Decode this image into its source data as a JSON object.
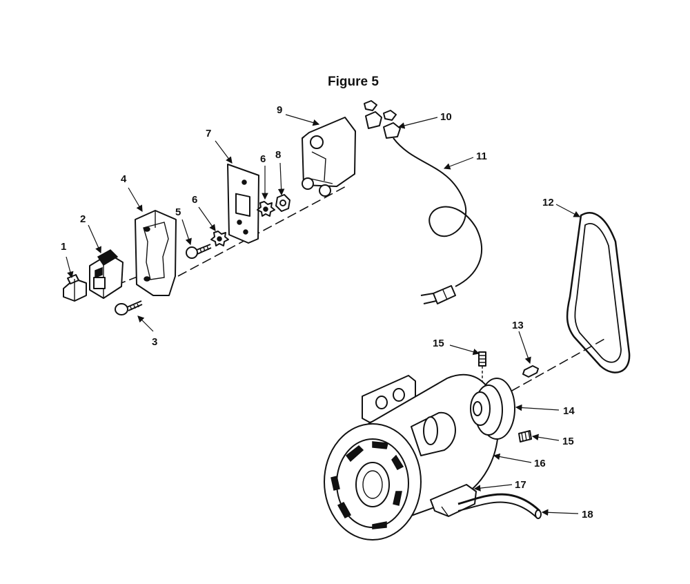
{
  "figure": {
    "title": "Figure 5"
  },
  "callouts": {
    "c1": "1",
    "c2": "2",
    "c3": "3",
    "c4": "4",
    "c5": "5",
    "c6a": "6",
    "c6b": "6",
    "c7": "7",
    "c8": "8",
    "c9": "9",
    "c10": "10",
    "c11": "11",
    "c12": "12",
    "c13": "13",
    "c14": "14",
    "c15a": "15",
    "c15b": "15",
    "c16": "16",
    "c17": "17",
    "c18": "18"
  }
}
